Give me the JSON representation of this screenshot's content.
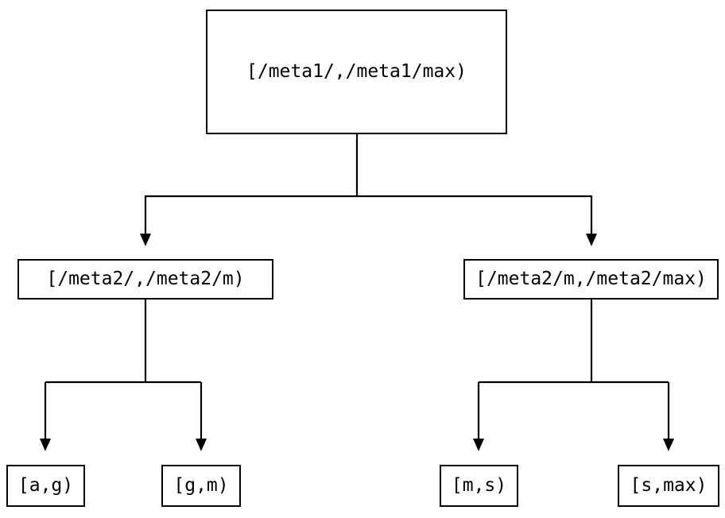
{
  "colors": {
    "line": "#000000",
    "box_border": "#000000",
    "background": "#ffffff",
    "text": "#000000"
  },
  "tree": {
    "root": {
      "label": "[/meta1/,/meta1/max)"
    },
    "children": [
      {
        "label": "[/meta2/,/meta2/m)",
        "children": [
          {
            "label": "[a,g)"
          },
          {
            "label": "[g,m)"
          }
        ]
      },
      {
        "label": "[/meta2/m,/meta2/max)",
        "children": [
          {
            "label": "[m,s)"
          },
          {
            "label": "[s,max)"
          }
        ]
      }
    ]
  }
}
